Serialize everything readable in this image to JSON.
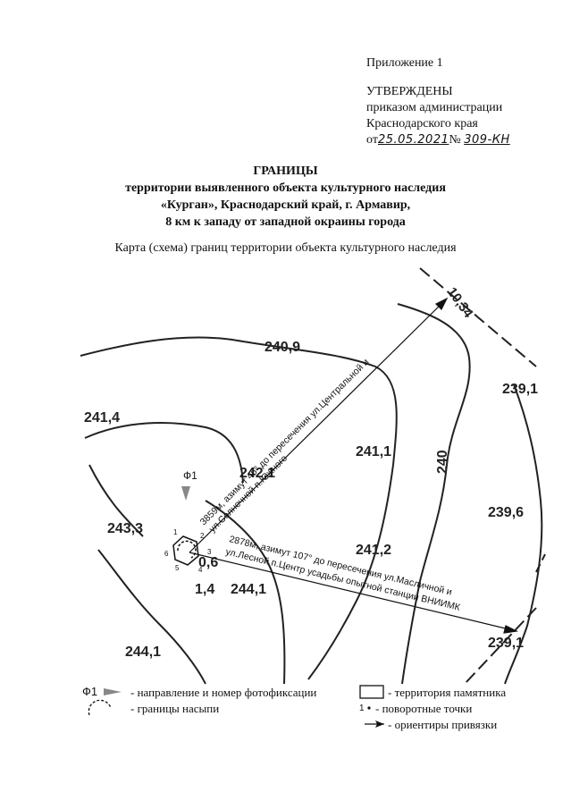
{
  "header": {
    "appendix": "Приложение 1",
    "approved": "УТВЕРЖДЕНЫ",
    "order_line1": "приказом администрации",
    "order_line2": "Краснодарского края",
    "from_prefix": "от",
    "date": "25.05.2021",
    "number_prefix": "№",
    "number": "309-КН"
  },
  "title": {
    "line1": "ГРАНИЦЫ",
    "line2": "территории выявленного объекта культурного наследия",
    "line3": "«Курган», Краснодарский край, г. Армавир,",
    "line4": "8 км к западу от западной окраины города"
  },
  "subtitle": "Карта (схема) границ территории объекта культурного наследия",
  "map": {
    "elevations": [
      "240,9",
      "241,4",
      "241,1",
      "239,1",
      "243,3",
      "241,2",
      "239,6",
      "244,1",
      "239,1",
      "244,1",
      "242,1",
      "1,4",
      "0,6"
    ],
    "contour_label": "240",
    "road_label": "10,34",
    "photo_point": "Ф1",
    "ref1_line1": "3859м, азимут 46° до пересечения ул.Центральной и",
    "ref1_line2": "ул.Солнечной п.Южного",
    "ref2_line1": "2878м, азимут 107° до пересечения ул.Масличной и",
    "ref2_line2": "ул.Лесной п.Центр усадьбы опытной станции ВНИИМК",
    "points": [
      "1",
      "2",
      "3",
      "4",
      "5",
      "6"
    ]
  },
  "legend": {
    "photo_symbol": "Ф1",
    "photo_label": "- направление и номер фотофиксации",
    "mound_label": "- границы насыпи",
    "territory_label": "- территория памятника",
    "turn_symbol": "1",
    "turn_label": "- поворотные точки",
    "ref_label": "- ориентиры привязки"
  }
}
